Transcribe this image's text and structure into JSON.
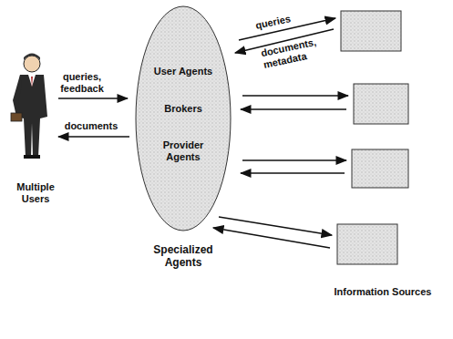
{
  "diagram": {
    "nodes": [
      {
        "text": [
          "User Agents",
          "Brokers",
          "Provider Agents",
          "Specialized Agents"
        ]
      }
    ],
    "labels": [
      "queries, feedback",
      "documents",
      "Multiple Users",
      "queries",
      "documents, metadata",
      "Information Sources"
    ]
  }
}
